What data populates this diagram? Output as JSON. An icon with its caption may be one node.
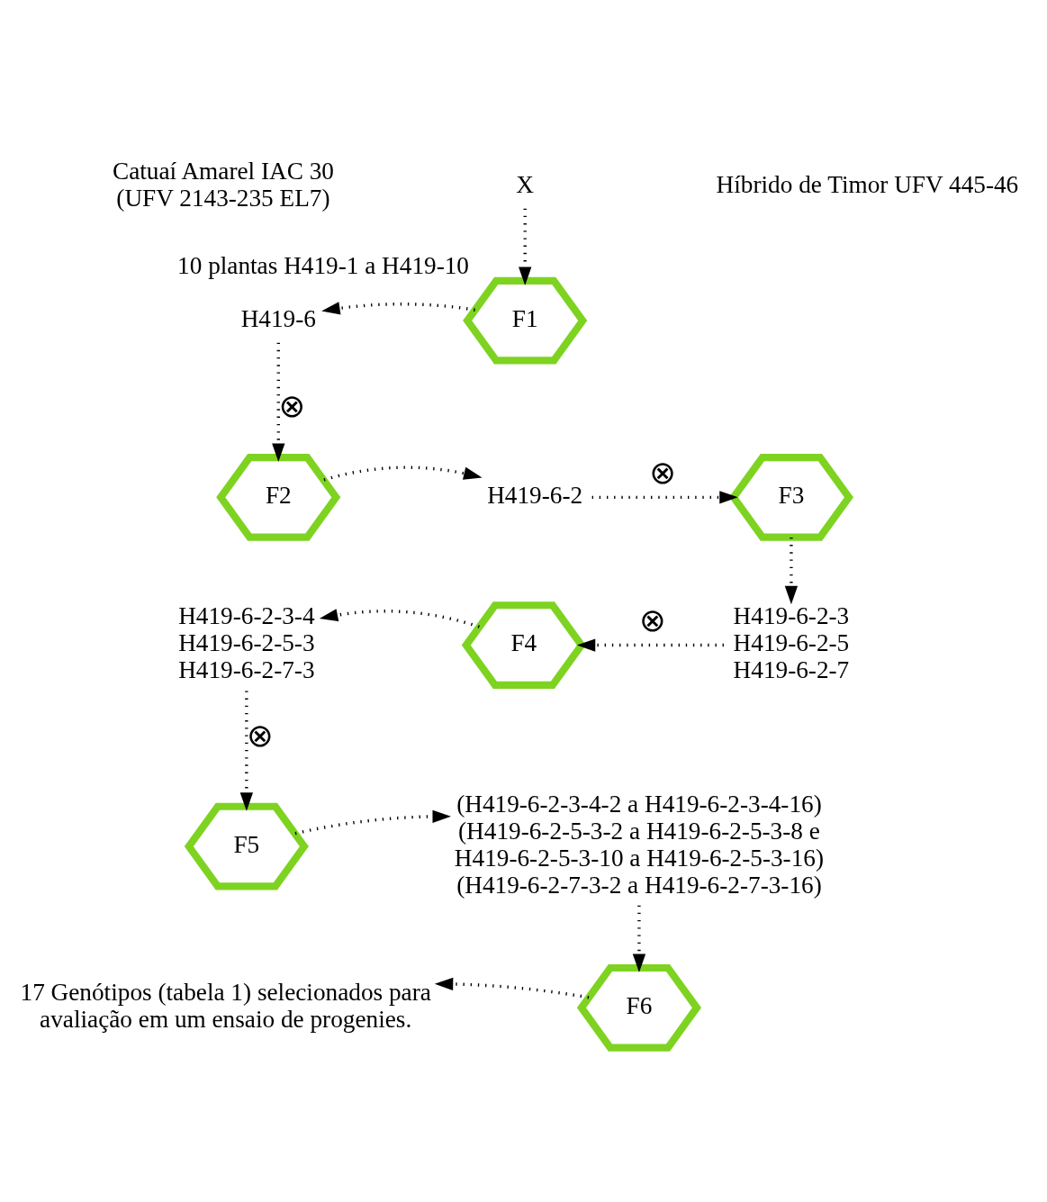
{
  "diagram": {
    "nodes": [
      {
        "text": [
          "Catuaí Amarel IAC 30 (UFV 2143-235 EL7)"
        ]
      },
      {
        "text": [
          "X"
        ]
      },
      {
        "text": [
          "Híbrido de Timor UFV 445-46"
        ]
      },
      {
        "text": [
          "F1"
        ],
        "beside": [
          "10 plantas H419-1 a H419-10"
        ]
      },
      {
        "text": [
          "H419-6"
        ]
      },
      {
        "text": [
          "F2"
        ]
      },
      {
        "text": [
          "H419-6-2"
        ]
      },
      {
        "text": [
          "F3"
        ]
      },
      {
        "text": [
          "H419-6-2-3 H419-6-2-5 H419-6-2-7"
        ]
      },
      {
        "text": [
          "F4"
        ]
      },
      {
        "text": [
          "H419-6-2-3-4 H419-6-2-5-3 H419-6-2-7-3"
        ]
      },
      {
        "text": [
          "F5"
        ]
      },
      {
        "text": [
          "(H419-6-2-3-4-2 a H419-6-2-3-4-16) (H419-6-2-5-3-2 a H419-6-2-5-3-8 e H419-6-2-5-3-10 a H419-6-2-5-3-16) (H419-6-2-7-3-2 a H419-6-2-7-3-16)"
        ]
      },
      {
        "text": [
          "F6"
        ]
      },
      {
        "text": [
          "17 Genótipos (tabela 1) selecionados para avaliação em um ensaio de progenies."
        ]
      }
    ],
    "edges": [
      {
        "from": 1,
        "to": 3,
        "arrow": "to"
      },
      {
        "from": 3,
        "to": 4,
        "arrow": "to"
      },
      {
        "from": 4,
        "to": 5,
        "arrow": "to",
        "label": "⊗"
      },
      {
        "from": 5,
        "to": 6,
        "arrow": "to"
      },
      {
        "from": 6,
        "to": 7,
        "arrow": "to",
        "label": "⊗"
      },
      {
        "from": 7,
        "to": 8,
        "arrow": "to"
      },
      {
        "from": 8,
        "to": 9,
        "arrow": "to",
        "label": "⊗"
      },
      {
        "from": 9,
        "to": 10,
        "arrow": "to"
      },
      {
        "from": 10,
        "to": 11,
        "arrow": "to",
        "label": "⊗"
      },
      {
        "from": 11,
        "to": 12,
        "arrow": "to"
      },
      {
        "from": 12,
        "to": 13,
        "arrow": "to"
      },
      {
        "from": 13,
        "to": 14,
        "arrow": "to"
      }
    ]
  }
}
